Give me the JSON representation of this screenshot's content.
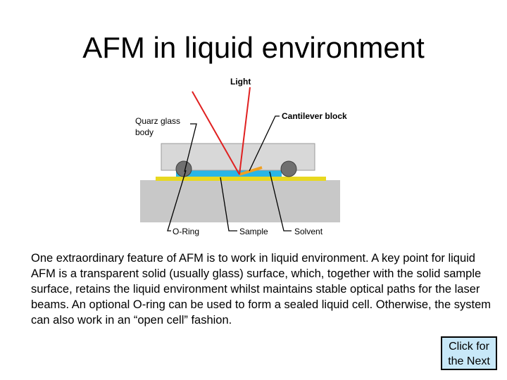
{
  "title": "AFM in liquid environment",
  "diagram": {
    "labels": {
      "light": "Light",
      "quarz_line1": "Quarz glass",
      "quarz_line2": "body",
      "cantilever_block": "Cantilever block",
      "o_ring": "O-Ring",
      "sample": "Sample",
      "solvent": "Solvent"
    },
    "colors": {
      "glass": "#d8d8d8",
      "substrate": "#c8c8c8",
      "liquid": "#29b6e6",
      "sample_layer": "#e8d820",
      "laser": "#e02020",
      "cantilever": "#f0a020",
      "o_ring": "#707070"
    }
  },
  "description": "One extraordinary feature of AFM is to work in liquid environment. A key point for liquid AFM is a transparent solid (usually glass) surface, which, together with the solid sample surface, retains the liquid environment whilst maintains stable optical paths for the laser beams. An optional O-ring can be used to form a sealed liquid cell. Otherwise, the system can also work in an “open cell” fashion.",
  "next_button": {
    "line1": "Click for",
    "line2": "the Next"
  }
}
